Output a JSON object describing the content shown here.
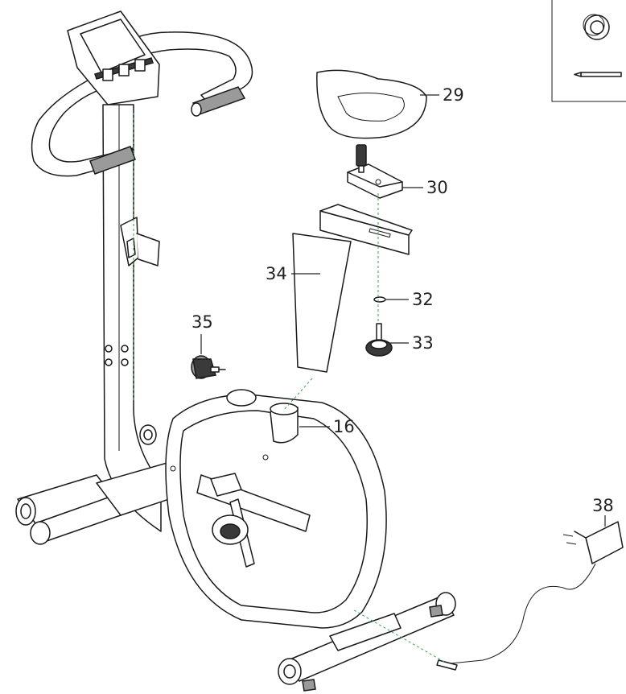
{
  "diagram": {
    "callouts": [
      {
        "id": "29",
        "label": "29"
      },
      {
        "id": "30",
        "label": "30"
      },
      {
        "id": "34",
        "label": "34"
      },
      {
        "id": "32",
        "label": "32"
      },
      {
        "id": "33",
        "label": "33"
      },
      {
        "id": "35",
        "label": "35"
      },
      {
        "id": "16",
        "label": "16"
      },
      {
        "id": "38",
        "label": "38"
      }
    ]
  }
}
